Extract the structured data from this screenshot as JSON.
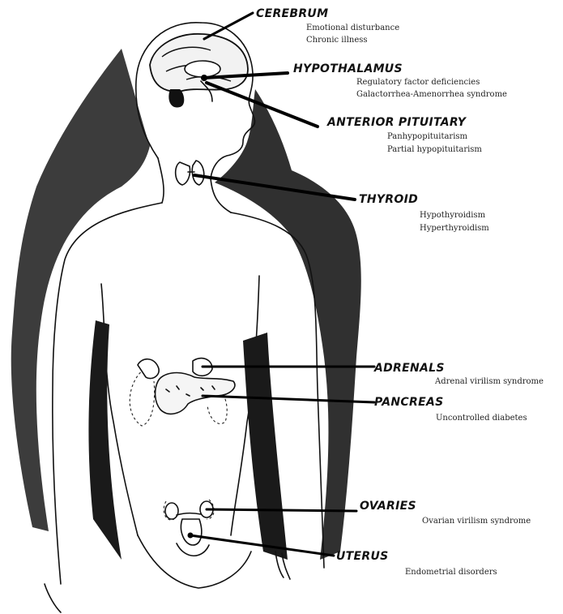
{
  "labels": {
    "cerebrum": {
      "title": "CEREBRUM",
      "conditions": [
        "Emotional disturbance",
        "Chronic illness"
      ]
    },
    "hypothalamus": {
      "title": "HYPOTHALAMUS",
      "conditions": [
        "Regulatory factor deficiencies",
        "Galactorrhea-Amenorrhea syndrome"
      ]
    },
    "anterior_pituitary": {
      "title": "ANTERIOR PITUITARY",
      "conditions": [
        "Panhypopituitarism",
        "Partial hypopituitarism"
      ]
    },
    "thyroid": {
      "title": "THYROID",
      "conditions": [
        "Hypothyroidism",
        "Hyperthyroidism"
      ]
    },
    "adrenals": {
      "title": "ADRENALS",
      "conditions": [
        "Adrenal virilism syndrome"
      ]
    },
    "pancreas": {
      "title": "PANCREAS",
      "conditions": [
        "Uncontrolled diabetes"
      ]
    },
    "ovaries": {
      "title": "OVARIES",
      "conditions": [
        "Ovarian virilism syndrome"
      ]
    },
    "uterus": {
      "title": "UTERUS",
      "conditions": [
        "Endometrial disorders"
      ]
    }
  }
}
